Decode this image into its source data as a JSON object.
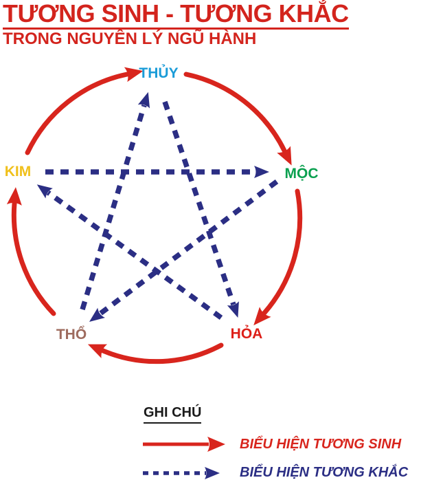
{
  "title": "TƯƠNG SINH - TƯƠNG KHẮC",
  "subtitle": "TRONG NGUYÊN LÝ NGŨ HÀNH",
  "title_color": "#d3241d",
  "elements": [
    {
      "id": "thuy",
      "label": "THỦY",
      "color": "#1b9cd8"
    },
    {
      "id": "moc",
      "label": "MỘC",
      "color": "#0aa04f"
    },
    {
      "id": "hoa",
      "label": "HỎA",
      "color": "#dd1f18"
    },
    {
      "id": "tho",
      "label": "THỔ",
      "color": "#9e6b5e"
    },
    {
      "id": "kim",
      "label": "KIM",
      "color": "#f0c01b"
    }
  ],
  "cycles": {
    "tuong_sinh": {
      "name": "Tương sinh",
      "color": "#d8251d",
      "line_style": "solid",
      "pairs": [
        "KIM → THỦY",
        "THỦY → MỘC",
        "MỘC → HỎA",
        "HỎA → THỔ",
        "THỔ → KIM"
      ]
    },
    "tuong_khac": {
      "name": "Tương khắc",
      "color": "#2b2e84",
      "line_style": "dashed",
      "pairs": [
        "KIM → MỘC",
        "MỘC → THỔ",
        "THỔ → THỦY",
        "THỦY → HỎA",
        "HỎA → KIM"
      ]
    }
  },
  "legend": {
    "heading": "GHI CHÚ",
    "items": [
      {
        "label": "BIỂU HIỆN TƯƠNG SINH",
        "color": "#d8251d",
        "line_style": "solid"
      },
      {
        "label": "BIỂU HIỆN TƯƠNG KHẮC",
        "color": "#2b2e84",
        "line_style": "dashed"
      }
    ]
  }
}
